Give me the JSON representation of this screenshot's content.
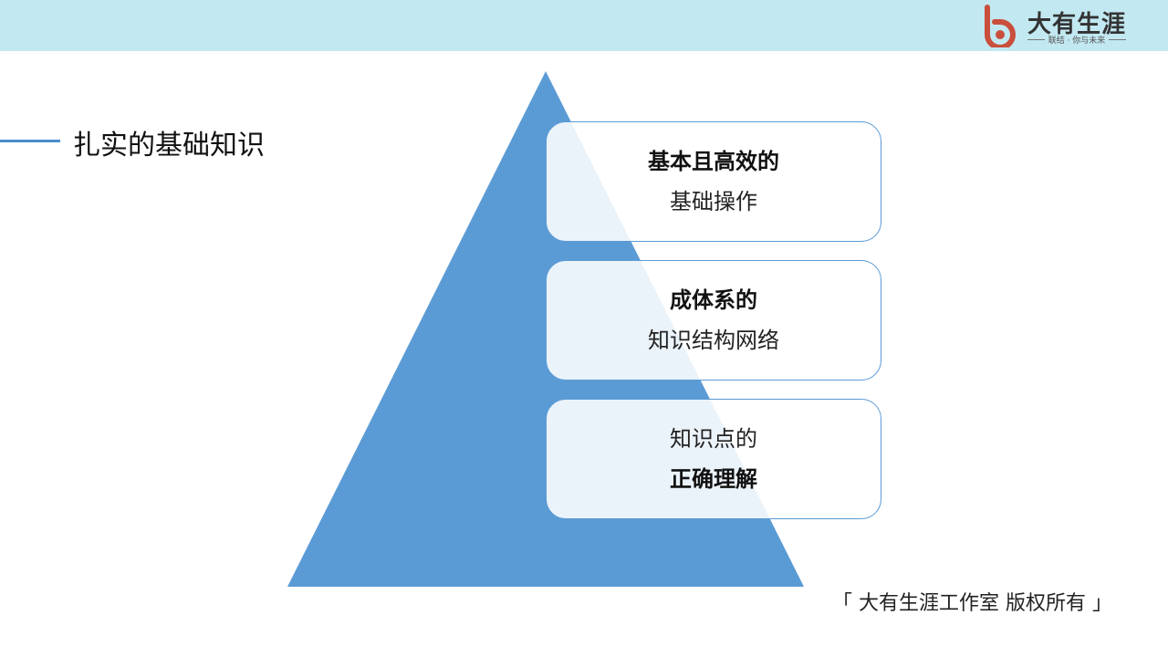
{
  "header": {
    "background": "#c2e8f1",
    "logo": {
      "name": "大有生涯",
      "tagline": "联结 · 你与未来",
      "mark_color": "#c94f3c"
    }
  },
  "title": {
    "text": "扎实的基础知识",
    "accent_color": "#4a8ec9"
  },
  "pyramid": {
    "color": "#5b9bd5",
    "cards": [
      {
        "line1": "基本且高效的",
        "line2": "基础操作"
      },
      {
        "line1": "成体系的",
        "line2": "知识结构网络"
      },
      {
        "line1": "知识点的",
        "line2": "正确理解"
      }
    ]
  },
  "footer": {
    "copyright": "「  大有生涯工作室  版权所有 」"
  }
}
